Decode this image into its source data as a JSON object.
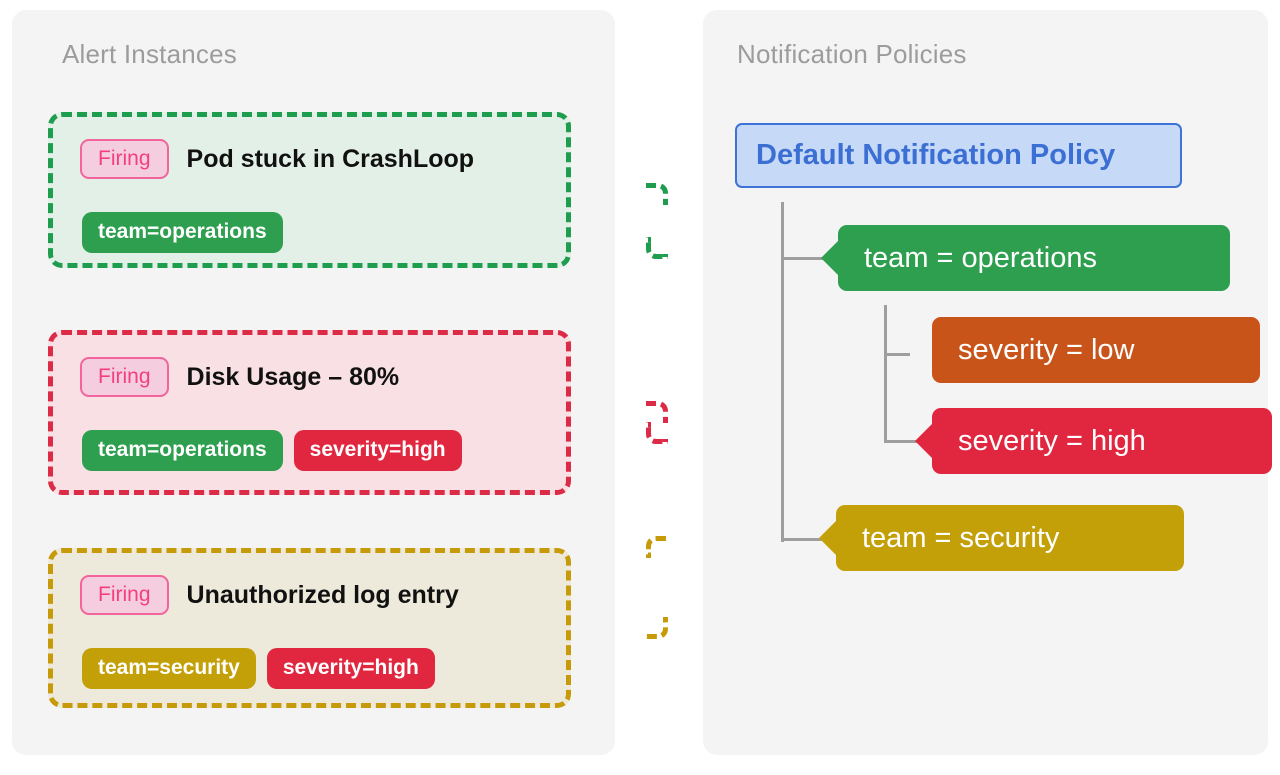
{
  "panels": {
    "left": {
      "title": "Alert Instances"
    },
    "right": {
      "title": "Notification Policies"
    }
  },
  "alerts": [
    {
      "state": "Firing",
      "title": "Pod stuck in CrashLoop",
      "labels": [
        {
          "text": "team=operations",
          "color": "#2e9e4f"
        }
      ],
      "border_color": "#1f9d4e",
      "background": "#e3f0e7",
      "connects_to": "team = operations"
    },
    {
      "state": "Firing",
      "title": "Disk Usage – 80%",
      "labels": [
        {
          "text": "team=operations",
          "color": "#2e9e4f"
        },
        {
          "text": "severity=high",
          "color": "#e0273f"
        }
      ],
      "border_color": "#dc2b46",
      "background": "#f8e0e4",
      "connects_to": "severity = high"
    },
    {
      "state": "Firing",
      "title": "Unauthorized log entry",
      "labels": [
        {
          "text": "team=security",
          "color": "#c3a008"
        },
        {
          "text": "severity=high",
          "color": "#e0273f"
        }
      ],
      "border_color": "#c79a09",
      "background": "#eeeadb",
      "connects_to": "team = security"
    }
  ],
  "policy_tree": {
    "root": {
      "label": "Default Notification Policy",
      "color": "#3b6fd4",
      "background": "#c6d9f7"
    },
    "nodes": [
      {
        "label": "team = operations",
        "color": "#2e9e4f",
        "depth": 1,
        "matched": true
      },
      {
        "label": "severity = low",
        "color": "#c9541a",
        "depth": 2,
        "matched": false
      },
      {
        "label": "severity = high",
        "color": "#e0273f",
        "depth": 2,
        "matched": true
      },
      {
        "label": "team = security",
        "color": "#c3a008",
        "depth": 1,
        "matched": true
      }
    ]
  },
  "theme": {
    "panel_background": "#f4f4f5",
    "panel_title_color": "#9c9c9c",
    "firing_badge_fill": "#f4cede",
    "firing_badge_border": "#f2649b",
    "firing_badge_text": "#f43f7f",
    "tree_line_color": "#9e9e9e",
    "page_background": "#ffffff"
  }
}
